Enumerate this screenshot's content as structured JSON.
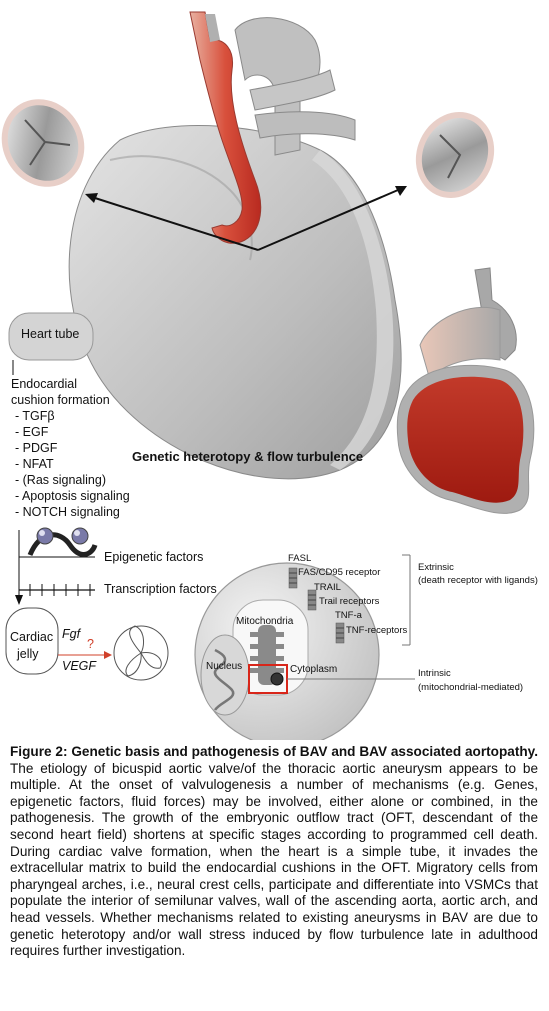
{
  "labels": {
    "heart_tube": "Heart tube",
    "endocardial_line1": "Endocardial",
    "endocardial_line2": "cushion formation",
    "signaling_items": [
      "- TGFβ",
      "- EGF",
      "- PDGF",
      "- NFAT",
      "- (Ras signaling)",
      "- Apoptosis signaling",
      "- NOTCH signaling"
    ],
    "genetic_heterotopy": "Genetic heterotopy & flow turbulence",
    "epigenetic": "Epigenetic factors",
    "transcription": "Transcription factors",
    "cardiac_jelly_1": "Cardiac",
    "cardiac_jelly_2": "jelly",
    "fgf": "Fgf",
    "vegf": "VEGF",
    "question": "?",
    "fasl": "FASL",
    "fas_cd95": "FAS/CD95 receptor",
    "trail": "TRAIL",
    "trail_receptors": "Trail receptors",
    "tnf_a": "TNF-a",
    "tnf_receptors": "TNF-receptors",
    "mitochondria": "Mitochondria",
    "nucleus": "Nucleus",
    "cytoplasm": "Cytoplasm",
    "extrinsic_1": "Extrinsic",
    "extrinsic_2": "(death receptor with ligands)",
    "intrinsic_1": "Intrinsic",
    "intrinsic_2": "(mitochondrial-mediated)"
  },
  "caption": {
    "lead": "Figure 2: Genetic basis and pathogenesis of BAV and BAV associated aortopathy.",
    "body": " The etiology of bicuspid aortic valve/of the thoracic aortic aneurysm appears to be multiple. At the onset of valvulogenesis a number of mechanisms (e.g. Genes, epigenetic factors, fluid forces) may be involved, either alone or combined, in the pathogenesis. The growth of the embryonic outflow tract (OFT, descendant of the second heart field) shortens at specific stages according to programmed cell death. During cardiac valve formation, when the heart is a simple tube, it invades the extracellular matrix to build the endocardial cushions in the OFT. Migratory cells from pharyngeal arches, i.e., neural crest cells, participate and differentiate into VSMCs that populate the interior of semilunar valves, wall of the ascending aorta, aortic arch, and head vessels. Whether mechanisms related to existing aneurysms in BAV are due to genetic heterotopy and/or wall stress induced by flow turbulence late in adulthood requires further investigation."
  },
  "colors": {
    "aorta_red": "#c8302a",
    "aneurysm_red": "#b81e14",
    "gray_heart": "#c9c9c9",
    "arrow_red": "#d0402a",
    "box_red": "#d8261a"
  }
}
